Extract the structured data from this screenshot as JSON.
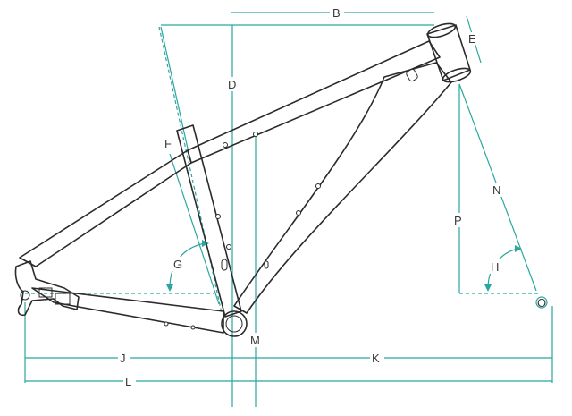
{
  "colors": {
    "frame": "#2b2b2b",
    "dimension": "#2aa6a0",
    "background": "#ffffff"
  },
  "labels": {
    "B": "B",
    "D": "D",
    "E": "E",
    "F": "F",
    "G": "G",
    "H": "H",
    "J": "J",
    "K": "K",
    "L": "L",
    "M": "M",
    "N": "N",
    "O": "O",
    "P": "P"
  }
}
